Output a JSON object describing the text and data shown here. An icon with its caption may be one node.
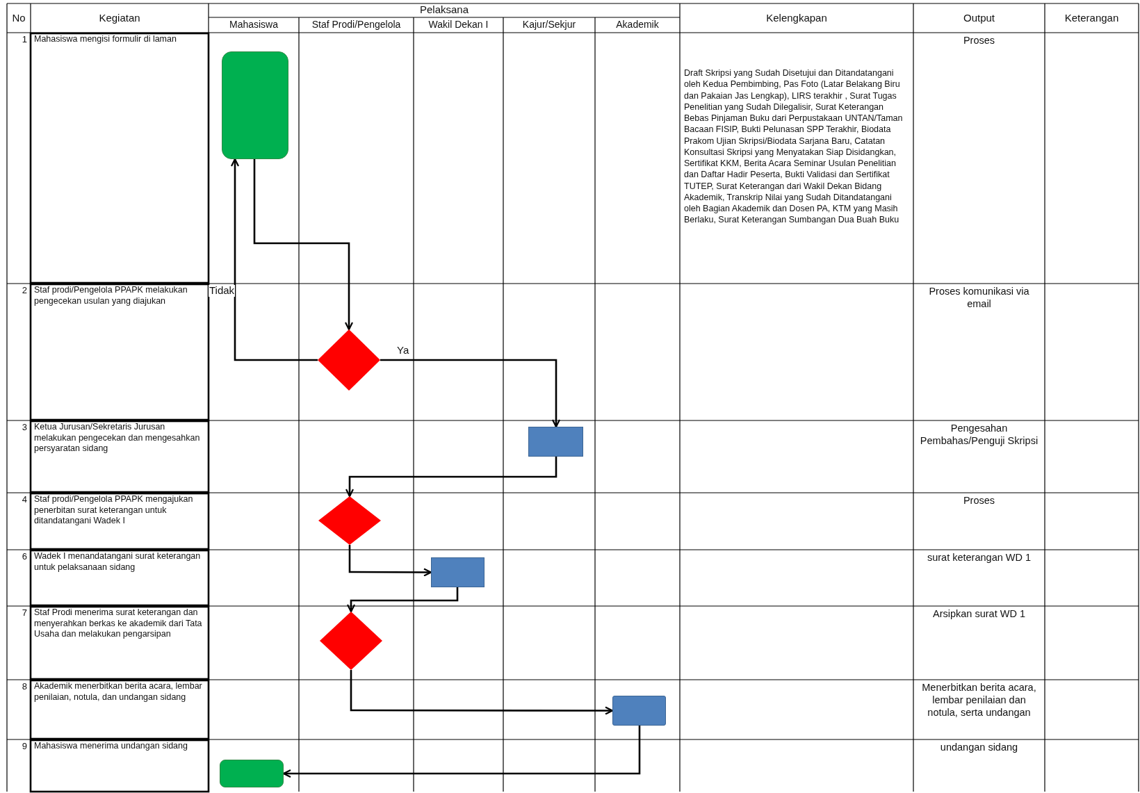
{
  "diagram": {
    "nodes": [
      {
        "text": [],
        "shape": "box"
      },
      {
        "text": [],
        "shape": "diamond"
      },
      {
        "text": [],
        "shape": "box"
      },
      {
        "text": [],
        "shape": "diamond"
      },
      {
        "text": [],
        "shape": "box"
      },
      {
        "text": [],
        "shape": "diamond"
      },
      {
        "text": [],
        "shape": "box"
      },
      {
        "text": [],
        "shape": "box"
      }
    ],
    "edges": [
      {
        "from": 0,
        "to": 1,
        "arrow": "to"
      },
      {
        "from": 1,
        "to": 0,
        "arrow": "to",
        "label": "Tidak"
      },
      {
        "from": 1,
        "to": 2,
        "arrow": "to",
        "label": "Ya"
      },
      {
        "from": 2,
        "to": 3,
        "arrow": "to"
      },
      {
        "from": 3,
        "to": 4,
        "arrow": "to"
      },
      {
        "from": 4,
        "to": 5,
        "arrow": "to"
      },
      {
        "from": 5,
        "to": 6,
        "arrow": "to"
      },
      {
        "from": 6,
        "to": 7,
        "arrow": "to"
      }
    ],
    "labels": [
      "No",
      "Kegiatan",
      "Pelaksana",
      "Kelengkapan",
      "Output",
      "Keterangan",
      "Mahasiswa",
      "Staf Prodi/Pengelola",
      "Wakil Dekan I",
      "Kajur/Sekjur",
      "Akademik",
      "1",
      "Mahasiswa mengisi formulir di laman",
      "Draft Skripsi yang Sudah Disetujui dan Ditandatangani oleh Kedua Pembimbing, Pas Foto (Latar Belakang Biru dan Pakaian Jas Lengkap), LIRS terakhir , Surat Tugas Penelitian yang Sudah Dilegalisir, Surat Keterangan Bebas Pinjaman Buku dari Perpustakaan UNTAN/Taman Bacaan FISIP, Bukti Pelunasan SPP Terakhir, Biodata Prakom Ujian Skripsi/Biodata Sarjana Baru, Catatan Konsultasi Skripsi yang Menyatakan Siap Disidangkan, Sertifikat KKM, Berita Acara Seminar Usulan Penelitian dan Daftar Hadir Peserta, Bukti Validasi dan Sertifikat TUTEP, Surat Keterangan dari Wakil Dekan Bidang Akademik, Transkrip Nilai yang Sudah Ditandatangani oleh Bagian Akademik dan Dosen PA, KTM yang Masih Berlaku, Surat Keterangan Sumbangan Dua Buah Buku",
      "Proses",
      "2",
      "Staf prodi/Pengelola PPAPK melakukan pengecekan usulan yang diajukan",
      "Proses komunikasi via email",
      "3",
      "Ketua Jurusan/Sekretaris Jurusan melakukan pengecekan dan mengesahkan persyaratan sidang",
      "Pengesahan Pembahas/Penguji Skripsi",
      "4",
      "Staf prodi/Pengelola PPAPK mengajukan penerbitan surat keterangan untuk ditandatangani Wadek I",
      "Proses",
      "6",
      "Wadek I menandatangani surat keterangan untuk pelaksanaan sidang",
      "surat keterangan WD 1",
      "7",
      "Staf Prodi menerima surat keterangan dan menyerahkan berkas ke akademik dari Tata Usaha dan melakukan pengarsipan",
      "Arsipkan surat WD 1",
      "8",
      "Akademik menerbitkan berita acara, lembar penilaian, notula, dan undangan sidang",
      "Menerbitkan berita acara, lembar penilaian dan notula, serta undangan",
      "9",
      "Mahasiswa menerima undangan sidang",
      "undangan sidang"
    ]
  }
}
